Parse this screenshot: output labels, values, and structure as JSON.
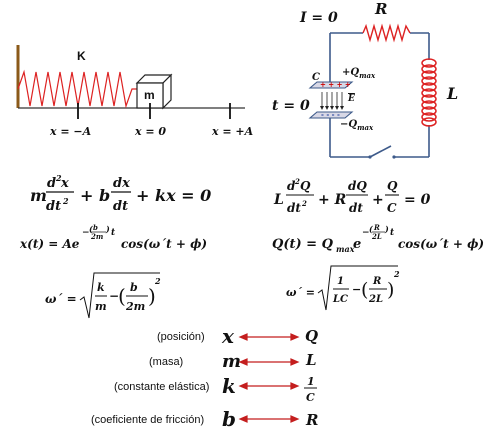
{
  "spring_system": {
    "spring_label": "K",
    "mass_label": "m",
    "marks": [
      "x = −A",
      "x = 0",
      "x = +A"
    ]
  },
  "rlc_circuit": {
    "current": "I = 0",
    "resistor": "R",
    "capacitor": "C",
    "charge_top": "+Q",
    "charge_top_sub": "max",
    "charge_bottom": "−Q",
    "charge_bottom_sub": "max",
    "field": "E",
    "inductor": "L",
    "time": "t = 0"
  },
  "equations": {
    "mech": {
      "ode": "m d²x/dt² + b dx/dt + kx = 0",
      "solution": "x(t) = A e^(−(b/2m)t) cos(ω´t + ϕ)",
      "freq": "ω´ = √(k/m − (b/2m)²)"
    },
    "elec": {
      "ode": "L d²Q/dt² + R dQ/dt + Q/C = 0",
      "solution": "Q(t) = Qmax e^(−(R/2L)t) cos(ω´t + ϕ)",
      "freq": "ω´ = √(1/LC − (R/2L)²)"
    }
  },
  "analogies": [
    {
      "label": "(posición)",
      "mech": "x",
      "elec": "Q"
    },
    {
      "label": "(masa)",
      "mech": "m",
      "elec": "L"
    },
    {
      "label": "(constante elástica)",
      "mech": "k",
      "elec": "1/C"
    },
    {
      "label": "(coeficiente de fricción)",
      "mech": "b",
      "elec": "R"
    }
  ],
  "colors": {
    "accent": "#c41e1e",
    "wire": "#3d5a8a",
    "ink": "#111111"
  }
}
